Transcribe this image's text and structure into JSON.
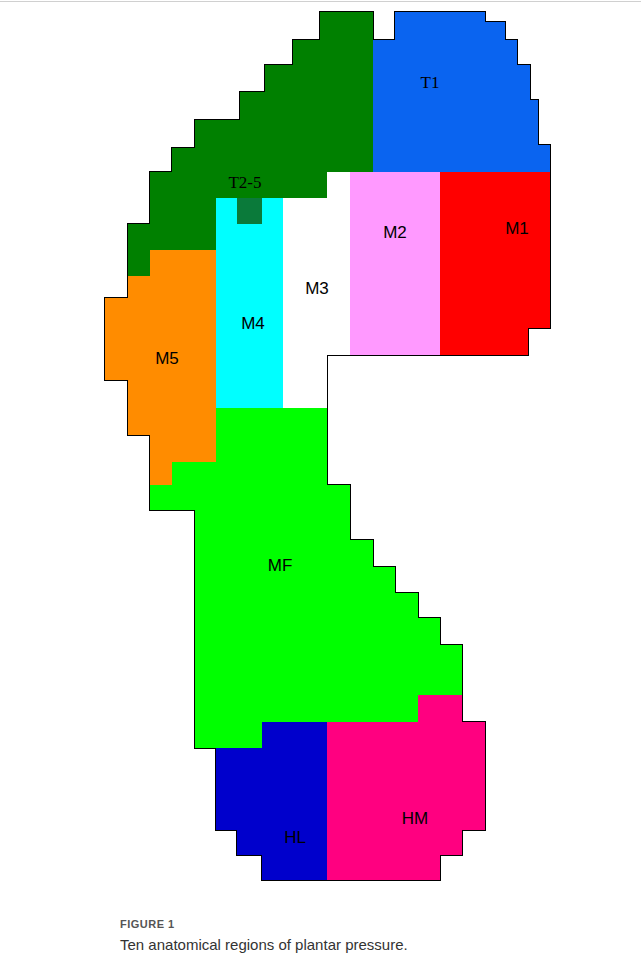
{
  "diagram": {
    "caption": "Ten anatomical regions of plantar pressure.",
    "nodes": [
      {
        "text": [
          "T2-5"
        ]
      },
      {
        "text": [
          "T1"
        ]
      },
      {
        "text": [
          "M3"
        ]
      },
      {
        "text": [
          "M2"
        ]
      },
      {
        "text": [
          "M1"
        ]
      },
      {
        "text": [
          "M4"
        ]
      },
      {
        "text": [
          "M5"
        ]
      },
      {
        "text": [
          "MF"
        ]
      },
      {
        "text": [
          "HL"
        ]
      },
      {
        "text": [
          "HM"
        ]
      }
    ],
    "labels": [
      "FIGURE 1"
    ]
  }
}
